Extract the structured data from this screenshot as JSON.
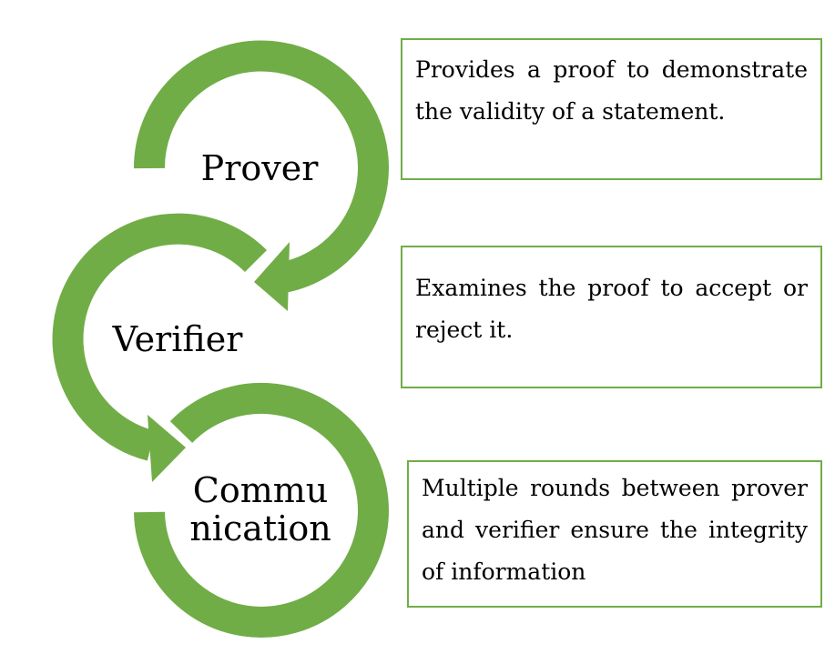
{
  "accent_color": "#70AD47",
  "stages": [
    {
      "label": "Prover",
      "description": "Provides a proof to demonstrate the validity of a statement."
    },
    {
      "label": "Verifier",
      "description": "Examines the proof to accept or reject it."
    },
    {
      "label": "Commu nication",
      "description": "Multiple rounds between prover and verifier ensure the integrity of information"
    }
  ]
}
